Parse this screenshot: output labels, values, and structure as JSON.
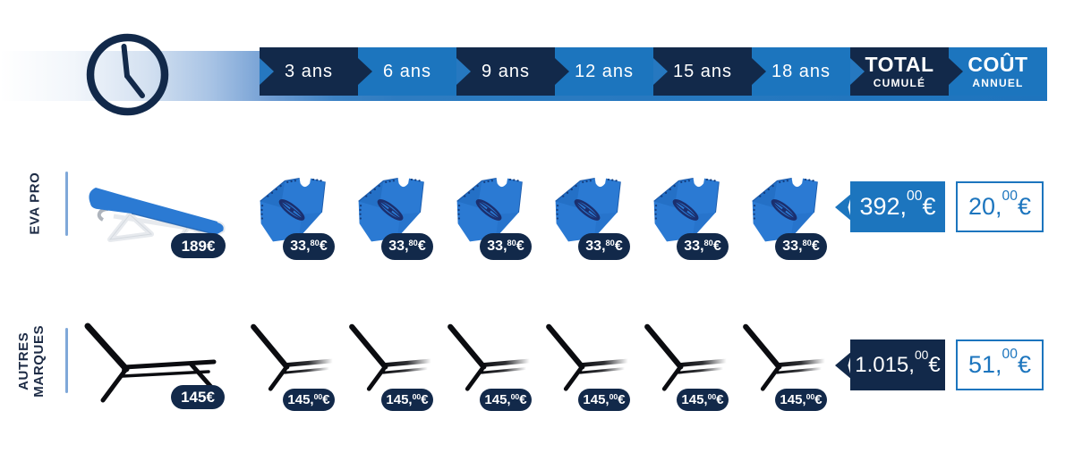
{
  "timeline": {
    "segments": [
      {
        "label": "3 ans"
      },
      {
        "label": "6 ans"
      },
      {
        "label": "9 ans"
      },
      {
        "label": "12 ans"
      },
      {
        "label": "15 ans"
      },
      {
        "label": "18 ans"
      },
      {
        "label": "TOTAL",
        "sublabel": "CUMULÉ"
      },
      {
        "label": "COÛT",
        "sublabel": "ANNUEL"
      }
    ]
  },
  "colors": {
    "navy": "#12294A",
    "blue": "#1C75BE",
    "light_blue_line": "#7FA8D9",
    "sling_blue": "#2B7AD3"
  },
  "rows": [
    {
      "id": "eva-pro",
      "label_lines": [
        "EVA PRO"
      ],
      "initial_price": "189€",
      "replacement_prices": [
        {
          "main": "33,",
          "sup": "80",
          "currency": "€"
        },
        {
          "main": "33,",
          "sup": "80",
          "currency": "€"
        },
        {
          "main": "33,",
          "sup": "80",
          "currency": "€"
        },
        {
          "main": "33,",
          "sup": "80",
          "currency": "€"
        },
        {
          "main": "33,",
          "sup": "80",
          "currency": "€"
        },
        {
          "main": "33,",
          "sup": "80",
          "currency": "€"
        }
      ],
      "total_cumulated": {
        "main": "392,",
        "sup": "00",
        "currency": "€"
      },
      "annual_cost": {
        "main": "20,",
        "sup": "00",
        "currency": "€"
      }
    },
    {
      "id": "autres-marques",
      "label_lines": [
        "AUTRES",
        "MARQUES"
      ],
      "initial_price": "145€",
      "replacement_prices": [
        {
          "main": "145,",
          "sup": "00",
          "currency": "€"
        },
        {
          "main": "145,",
          "sup": "00",
          "currency": "€"
        },
        {
          "main": "145,",
          "sup": "00",
          "currency": "€"
        },
        {
          "main": "145,",
          "sup": "00",
          "currency": "€"
        },
        {
          "main": "145,",
          "sup": "00",
          "currency": "€"
        },
        {
          "main": "145,",
          "sup": "00",
          "currency": "€"
        }
      ],
      "total_cumulated": {
        "main": "1.015,",
        "sup": "00",
        "currency": "€"
      },
      "annual_cost": {
        "main": "51,",
        "sup": "00",
        "currency": "€"
      }
    }
  ]
}
